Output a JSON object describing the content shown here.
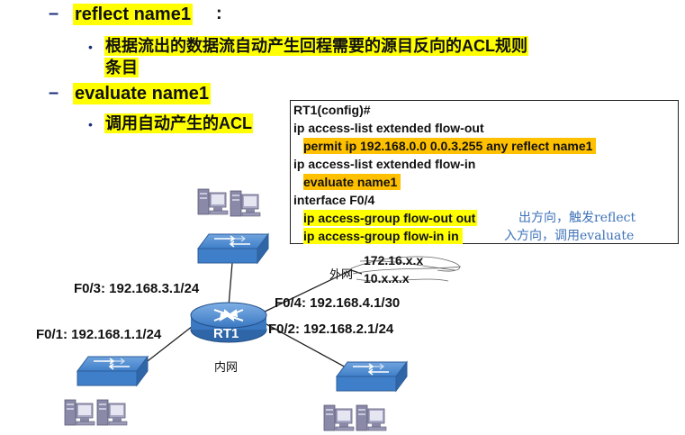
{
  "bullets": [
    {
      "dash": "–",
      "command": "reflect  name1",
      "colon": ":",
      "sub_bullet": "•",
      "desc_line1": "根据流出的数据流自动产生回程需要的源目反向的ACL规则",
      "desc_line2": "条目"
    },
    {
      "dash": "–",
      "command": "evaluate  name1",
      "sub_bullet": "•",
      "desc_line1": "调用自动产生的ACL"
    }
  ],
  "config": {
    "lines": [
      {
        "text": "RT1(config)#"
      },
      {
        "text": "ip access-list  extended  flow-out"
      },
      {
        "text": "permit  ip  192.168.0.0  0.0.3.255  any  reflect  name1"
      },
      {
        "text": "ip  access-list  extended  flow-in"
      },
      {
        "text": "evaluate  name1"
      },
      {
        "text": "interface F0/4"
      },
      {
        "text": "ip access-group  flow-out  out"
      },
      {
        "text": "ip access-group  flow-in  in"
      }
    ],
    "notes": [
      "出方向，触发reflect",
      "入方向，调用evaluate"
    ]
  },
  "network": {
    "router_label": "RT1",
    "inner_net_label": "内网",
    "outer_net_label": "外网",
    "outer_addr_1": "172.16.x.x",
    "outer_addr_2": "10.x.x.x",
    "if_f0_3": "F0/3: 192.168.3.1/24",
    "if_f0_4": "F0/4: 192.168.4.1/30",
    "if_f0_1": "F0/1: 192.168.1.1/24",
    "if_f0_2": "F0/2: 192.168.2.1/24"
  },
  "colors": {
    "highlight_yellow": "#ffff00",
    "highlight_orange": "#ffc000",
    "bullet_navy": "#1a2f7a",
    "note_blue": "#3e72b8",
    "device_blue": "#3f7fc9",
    "pc_purple": "#8a8aa8"
  }
}
